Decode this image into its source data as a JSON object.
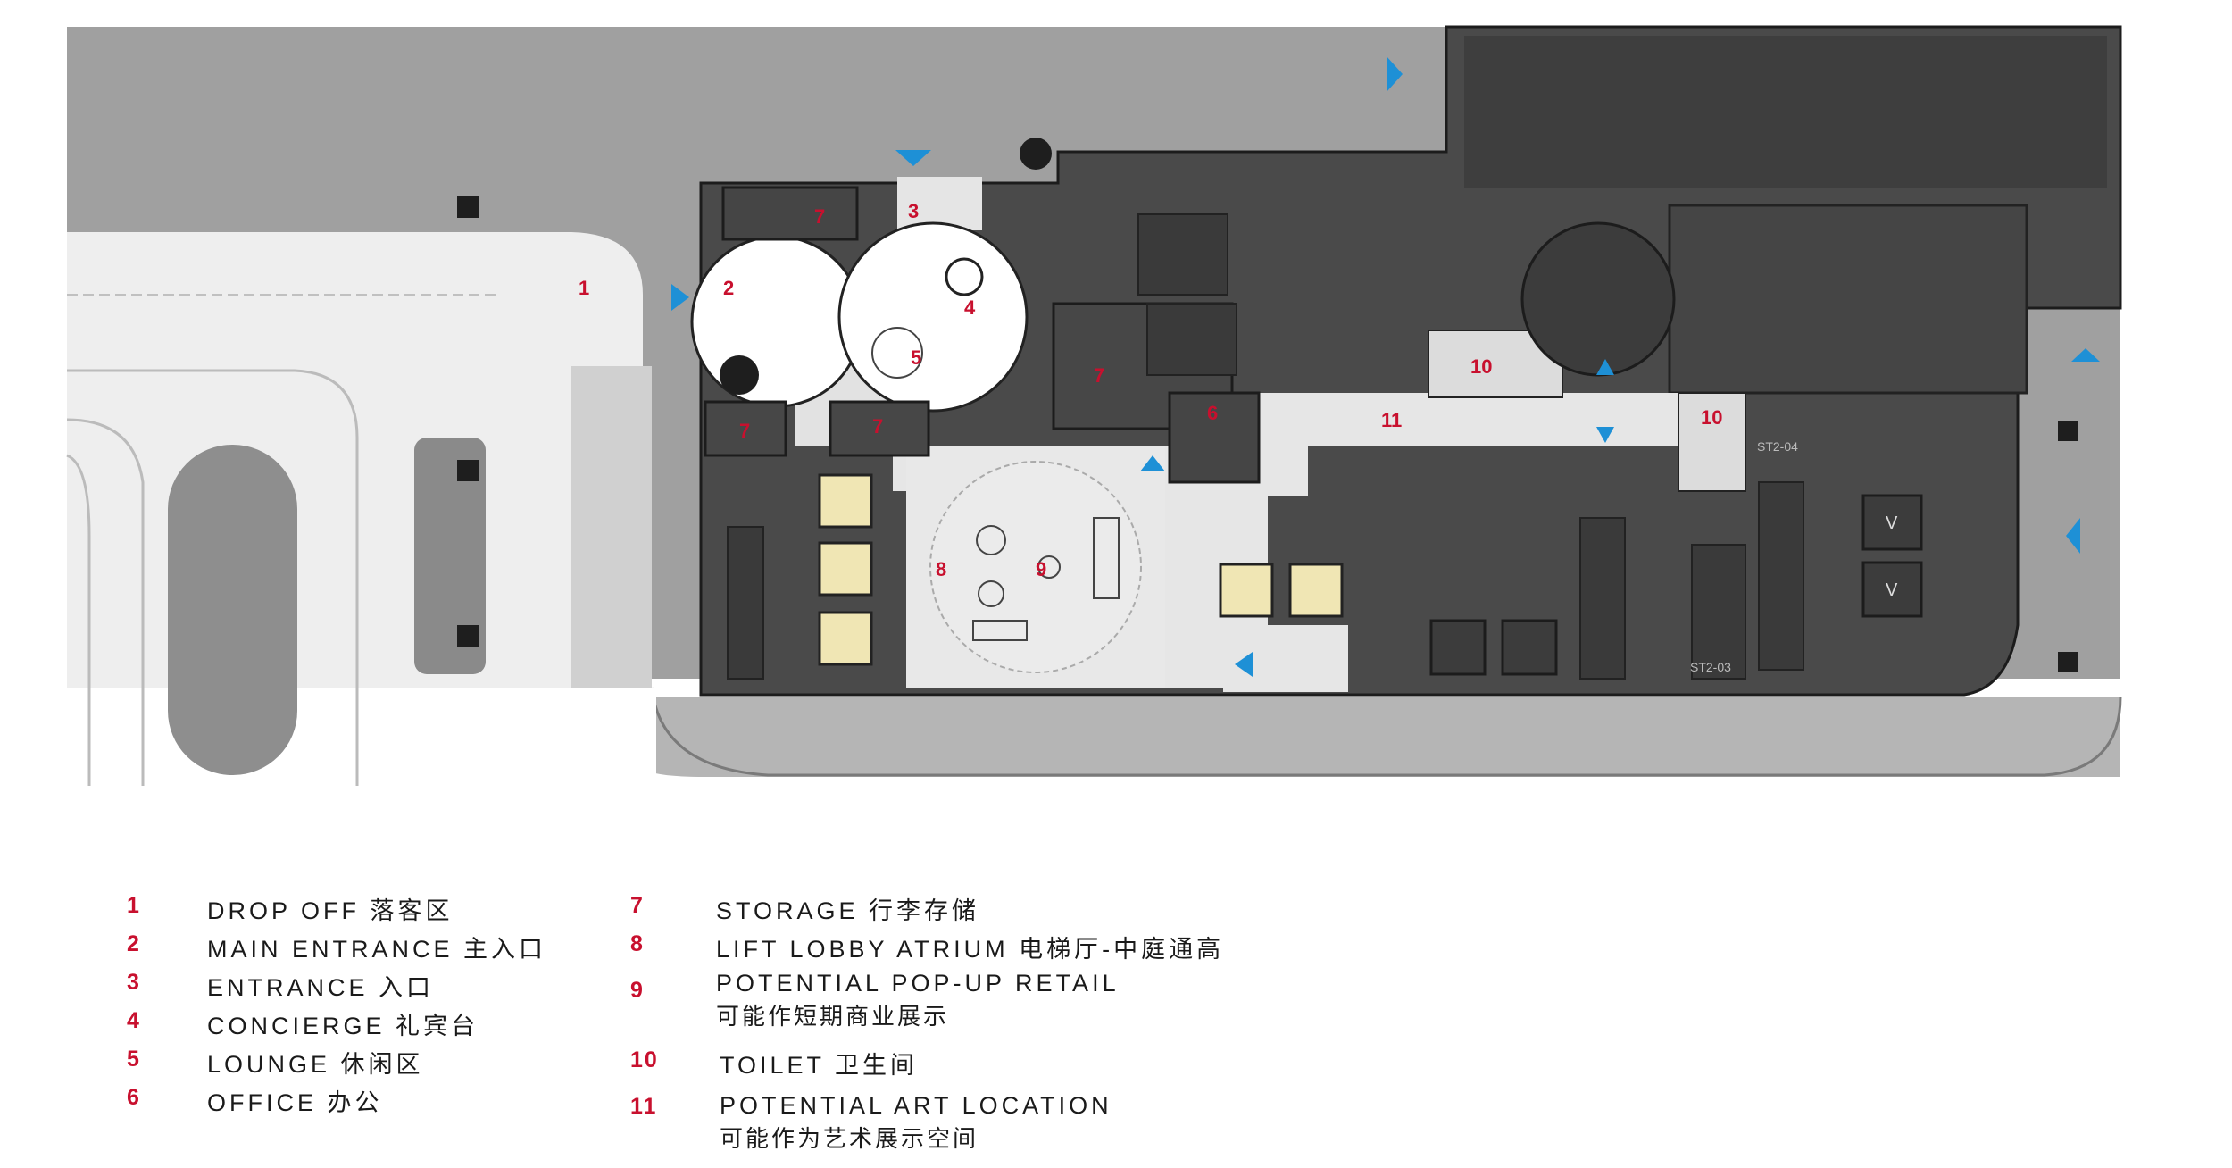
{
  "colors": {
    "ground": "#9c9c9c",
    "ground_dark": "#8a8a8a",
    "building_dark": "#4a4a4a",
    "wall": "#2a2a2a",
    "public_light": "#e8e8e8",
    "accent_red": "#c8102e",
    "entry_arrow": "#1e90d6",
    "lift_fill": "#f0e6b4"
  },
  "plan": {
    "room_labels": [
      {
        "id": "1",
        "text": "1"
      },
      {
        "id": "2",
        "text": "2"
      },
      {
        "id": "3",
        "text": "3"
      },
      {
        "id": "4",
        "text": "4"
      },
      {
        "id": "5",
        "text": "5"
      },
      {
        "id": "6",
        "text": "6"
      },
      {
        "id": "7a",
        "text": "7"
      },
      {
        "id": "7b",
        "text": "7"
      },
      {
        "id": "7c",
        "text": "7"
      },
      {
        "id": "7d",
        "text": "7"
      },
      {
        "id": "8",
        "text": "8"
      },
      {
        "id": "9",
        "text": "9"
      },
      {
        "id": "10a",
        "text": "10"
      },
      {
        "id": "10b",
        "text": "10"
      },
      {
        "id": "11",
        "text": "11"
      }
    ],
    "stair_tags": [
      "ST2-04",
      "ST2-03"
    ],
    "lift_marks": [
      "V",
      "V"
    ]
  },
  "legend": {
    "left": [
      {
        "num": "1",
        "label": "DROP OFF 落客区"
      },
      {
        "num": "2",
        "label": "MAIN ENTRANCE 主入口"
      },
      {
        "num": "3",
        "label": "ENTRANCE 入口"
      },
      {
        "num": "4",
        "label": "CONCIERGE 礼宾台"
      },
      {
        "num": "5",
        "label": "LOUNGE 休闲区"
      },
      {
        "num": "6",
        "label": "OFFICE 办公"
      }
    ],
    "right": [
      {
        "num": "7",
        "label": "STORAGE 行李存储",
        "sub": ""
      },
      {
        "num": "8",
        "label": "LIFT LOBBY ATRIUM 电梯厅-中庭通高",
        "sub": ""
      },
      {
        "num": "9",
        "label": "POTENTIAL POP-UP RETAIL",
        "sub": "可能作短期商业展示"
      },
      {
        "num": "10",
        "label": "TOILET 卫生间",
        "sub": ""
      },
      {
        "num": "11",
        "label": "POTENTIAL ART LOCATION",
        "sub": "可能作为艺术展示空间"
      }
    ]
  }
}
